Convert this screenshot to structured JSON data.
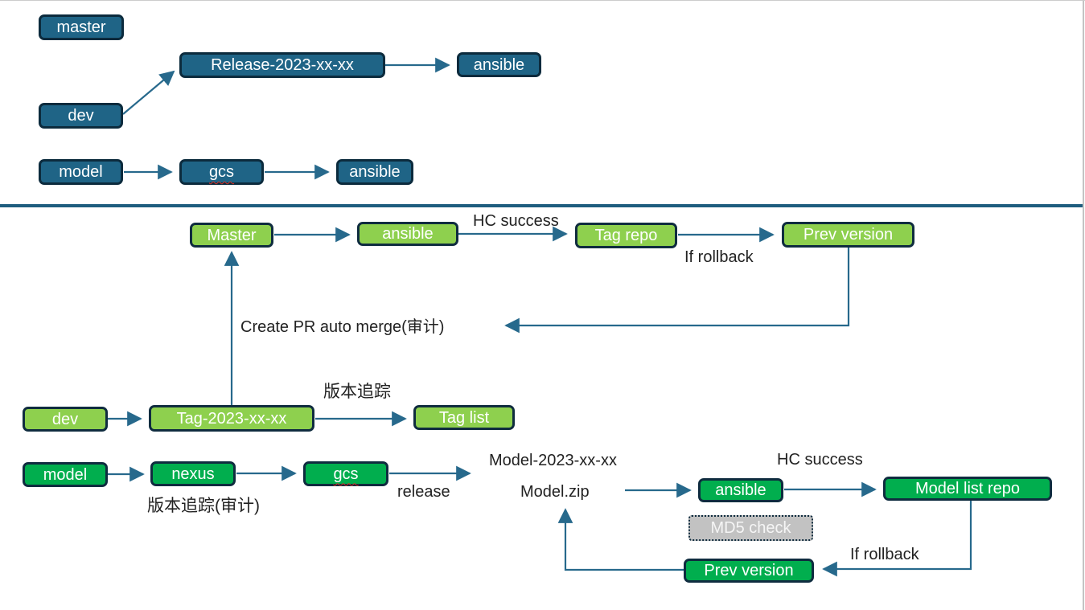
{
  "colors": {
    "teal_fill": "#1f6486",
    "teal_border": "#0c2b3d",
    "light_green_fill": "#8ed04e",
    "dark_green_fill": "#01ae4e",
    "green_border": "#0f2c3f",
    "gray_fill": "#c2c2c2",
    "arrow": "#27698c",
    "divider": "#1e5d7e"
  },
  "top": {
    "nodes": {
      "master": "master",
      "release": "Release-2023-xx-xx",
      "ansible_release": "ansible",
      "dev": "dev",
      "model": "model",
      "gcs": "gcs",
      "ansible_model": "ansible"
    }
  },
  "bottom": {
    "nodes": {
      "master": "Master",
      "ansible_master": "ansible",
      "tag_repo": "Tag repo",
      "prev_version_top": "Prev version",
      "dev": "dev",
      "tag_branch": "Tag-2023-xx-xx",
      "tag_list": "Tag list",
      "model": "model",
      "nexus": "nexus",
      "gcs": "gcs",
      "ansible_deploy": "ansible",
      "model_list_repo": "Model list repo",
      "md5_check": "MD5 check",
      "prev_version_bottom": "Prev version"
    },
    "labels": {
      "hc_success_top": "HC success",
      "if_rollback_top": "If rollback",
      "create_pr": "Create PR auto merge(审计)",
      "version_tracking": "版本追踪",
      "version_tracking_audit": "版本追踪(审计)",
      "release": "release",
      "model_version": "Model-2023-xx-xx",
      "model_zip": "Model.zip",
      "hc_success_bottom": "HC success",
      "if_rollback_bottom": "If rollback"
    }
  }
}
